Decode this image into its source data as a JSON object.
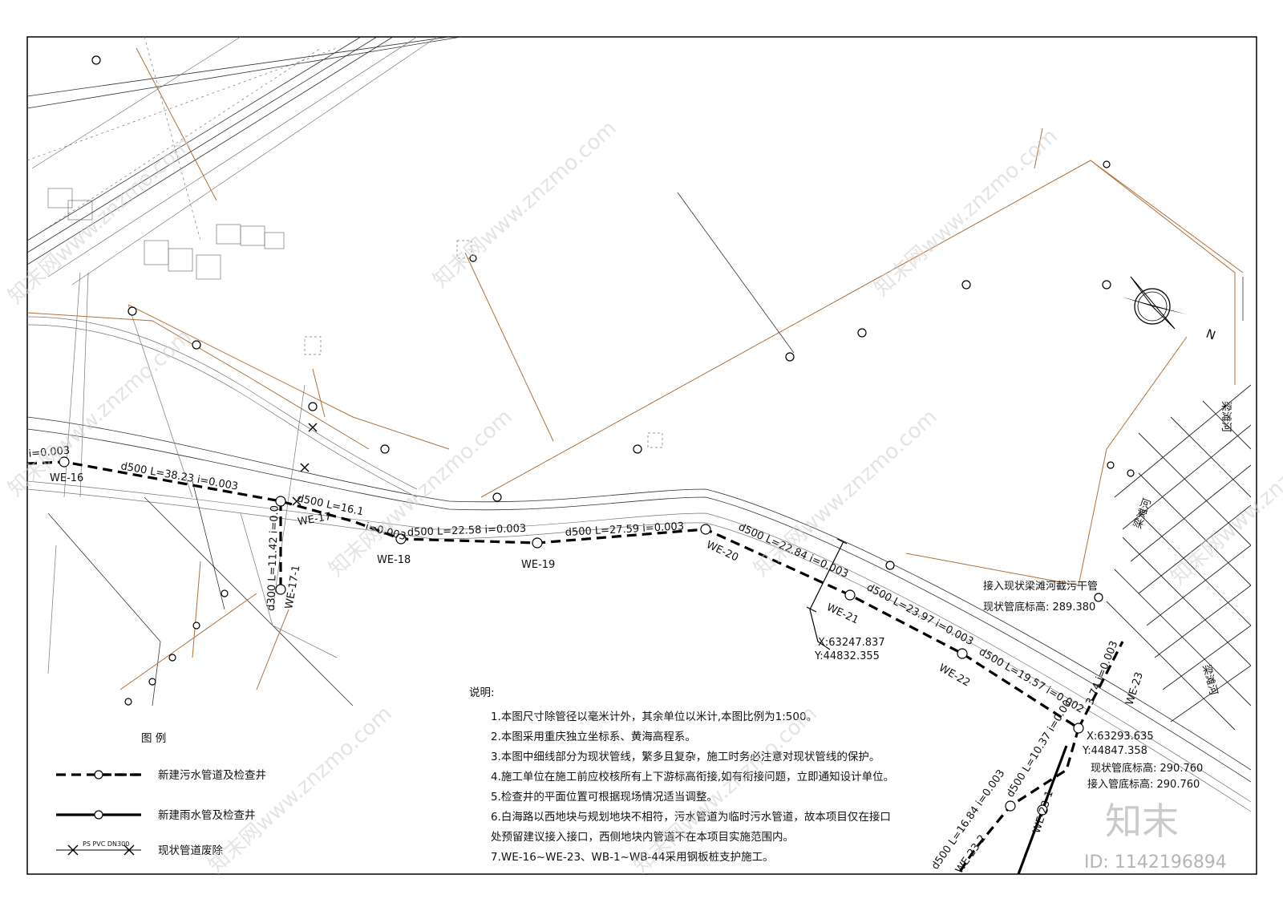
{
  "notes": {
    "title": "说明:",
    "lines": [
      "1.本图尺寸除管径以毫米计外，其余单位以米计,本图比例为1:500。",
      "2.本图采用重庆独立坐标系、黄海高程系。",
      "3.本图中细线部分为现状管线，繁多且复杂，施工时务必注意对现状管线的保护。",
      "4.施工单位在施工前应校核所有上下游标高衔接,如有衔接问题，立即通知设计单位。",
      "5.检查井的平面位置可根据现场情况适当调整。",
      "6.白海路以西地块与规划地块不相符，污水管道为临时污水管道，故本项目仅在接口",
      "处预留建议接入接口，西侧地块内管道不在本项目实施范围内。",
      "7.WE-16~WE-23、WB-1~WB-44采用钢板桩支护施工。"
    ]
  },
  "legend": {
    "title": "图  例",
    "sewer": "新建污水管道及检查井",
    "rain": "新建雨水管及检查井",
    "abandon_tag": "PS PVC DN300",
    "abandon": "现状管道废除"
  },
  "pipe_labels": {
    "s_left": "i=0.003",
    "s16": "d500 L=38.23 i=0.003",
    "s17": "d500 L=16.1",
    "s17b": "i=0.003",
    "s18": "d500 L=22.58 i=0.003",
    "s19": "d500 L=27.59 i=0.003",
    "s20": "d500 L=22.84 i=0.003",
    "s21": "d500 L=23.97 i=0.003",
    "s22": "d500 L=19.57 i=0.002",
    "s23": "3.74 i=0.003",
    "branch": "d300 L=11.42 i=0.0",
    "s_bottom": "d500 L=16.84 i=0.003",
    "s_bottom2": "d500 L=10.37 i=0.00"
  },
  "wells": {
    "we16": "WE-16",
    "we17": "WE-17",
    "we171": "WE-17-1",
    "we18": "WE-18",
    "we19": "WE-19",
    "we20": "WE-20",
    "we21": "WE-21",
    "we22": "WE-22",
    "we23": "WE-23",
    "we232": "WE-23-2",
    "we_b": "WE-23-1"
  },
  "coords": {
    "p1x": "X:63247.837",
    "p1y": "Y:44832.355",
    "p2x": "X:63293.635",
    "p2y": "Y:44847.358"
  },
  "connection": {
    "title": "接入现状梁滩河截污干管",
    "elev": "现状管底标高: 289.380",
    "c2a": "现状管底标高: 290.760",
    "c2b": "接入管底标高: 290.760"
  },
  "places": {
    "river1": "梁滩河",
    "river2": "梁滩河",
    "river3": "梁滩河"
  },
  "compass": {
    "north": "N"
  },
  "watermark": {
    "site": "知末网www.znzmo.com",
    "brand": "知末",
    "id": "ID: 1142196894"
  }
}
